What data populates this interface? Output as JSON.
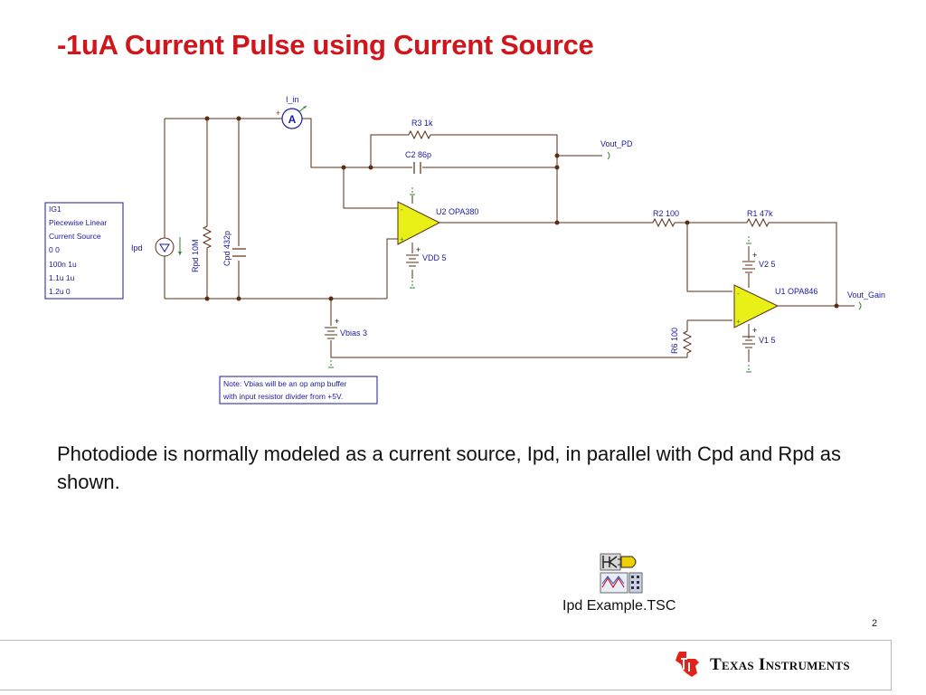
{
  "slide": {
    "title": "-1uA Current Pulse using Current Source",
    "body": "Photodiode is normally modeled as a current source, Ipd, in parallel with Cpd and Rpd as shown.",
    "file_label": "Ipd Example.TSC",
    "page_number": "2",
    "company": "Texas Instruments"
  },
  "schematic": {
    "ammeter_label": "I_in",
    "ammeter_symbol": "A",
    "r3": "R3 1k",
    "c2": "C2 86p",
    "u2": "U2 OPA380",
    "vdd": "VDD 5",
    "vout_pd": "Vout_PD",
    "r2": "R2 100",
    "r1": "R1 47k",
    "v2": "V2 5",
    "u1": "U1 OPA846",
    "v1": "V1 5",
    "vout_gain": "Vout_Gain",
    "r6": "R6 100",
    "ipd": "Ipd",
    "rpd": "Rpd 10M",
    "cpd": "Cpd 432p",
    "vbias": "Vbias 3",
    "ig1_lines": [
      "IG1",
      "Piecewise Linear",
      "Current Source",
      "0 0",
      "100n 1u",
      "1.1u 1u",
      "1.2u 0"
    ],
    "note_lines": [
      "Note: Vbias will be an op amp buffer",
      "with input resistor divider from +5V."
    ],
    "plus": "+",
    "minus": "-"
  },
  "colors": {
    "title": "#d0161d",
    "wire": "#5a2e14",
    "label": "#1a1aa0",
    "opamp_fill": "#e8f018",
    "ground": "#2a8a2a",
    "ti_red": "#e2231a"
  }
}
